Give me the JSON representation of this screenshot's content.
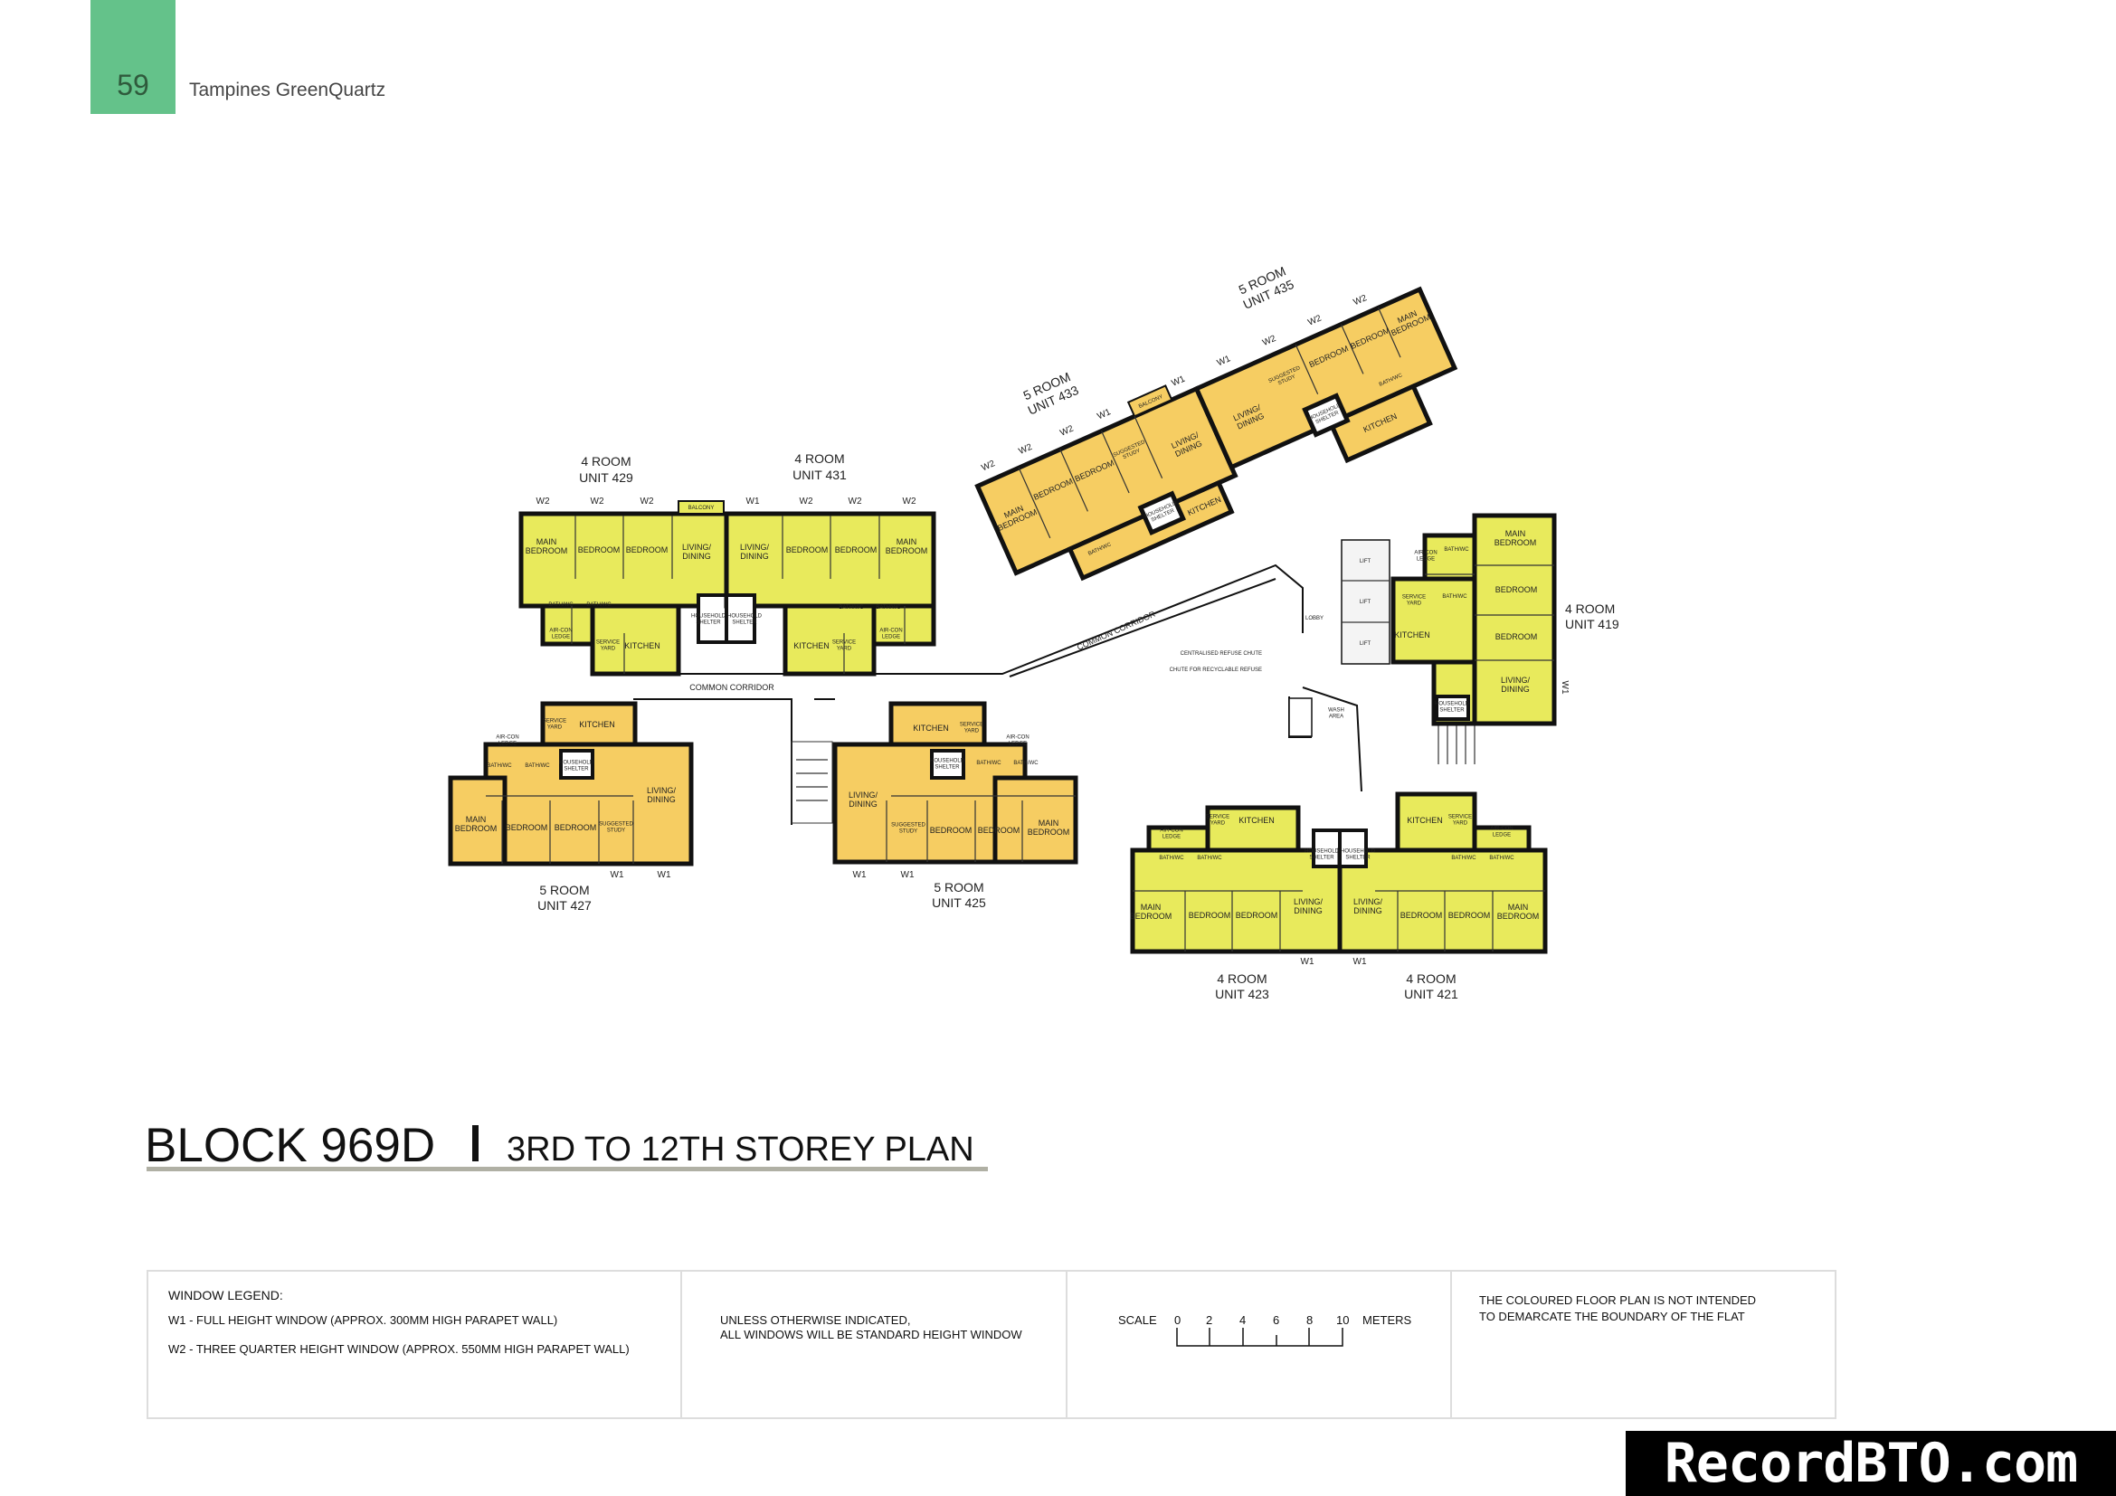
{
  "header": {
    "page_number": "59",
    "document_title": "Tampines GreenQuartz",
    "accent_color": "#64c28a"
  },
  "title": {
    "block": "BLOCK 969D",
    "separator": "I",
    "subtitle": "3RD TO 12TH STOREY PLAN"
  },
  "colors": {
    "four_room": "#e8ea5c",
    "five_room": "#f6cd62"
  },
  "units": {
    "u429": {
      "type": "4 ROOM",
      "unit": "UNIT 429",
      "windows": [
        "W2",
        "W2",
        "W2"
      ],
      "rooms": [
        "MAIN BEDROOM",
        "BEDROOM",
        "BEDROOM",
        "LIVING/ DINING",
        "BATH/WC",
        "BATH/WC",
        "AIR-CON LEDGE",
        "SERVICE YARD",
        "KITCHEN",
        "BALCONY",
        "HOUSEHOLD SHELTER"
      ]
    },
    "u431": {
      "type": "4 ROOM",
      "unit": "UNIT 431",
      "windows": [
        "W1",
        "W2",
        "W2",
        "W2"
      ],
      "rooms": [
        "LIVING/ DINING",
        "BEDROOM",
        "BEDROOM",
        "MAIN BEDROOM",
        "BATH/WC",
        "BATH/WC",
        "AIR-CON LEDGE",
        "KITCHEN",
        "SERVICE YARD",
        "HOUSEHOLD SHELTER"
      ]
    },
    "u427": {
      "type": "5 ROOM",
      "unit": "UNIT 427",
      "windows": [
        "W1",
        "W1"
      ],
      "rooms": [
        "KITCHEN",
        "SERVICE YARD",
        "AIR-CON LEDGE",
        "BATH/WC",
        "BATH/WC",
        "HOUSEHOLD SHELTER",
        "LIVING/ DINING",
        "MAIN BEDROOM",
        "BEDROOM",
        "BEDROOM",
        "SUGGESTED STUDY"
      ]
    },
    "u425": {
      "type": "5 ROOM",
      "unit": "UNIT 425",
      "windows": [
        "W1",
        "W1"
      ],
      "rooms": [
        "KITCHEN",
        "SERVICE YARD",
        "AIR-CON LEDGE",
        "BATH/WC",
        "BATH/WC",
        "HOUSEHOLD SHELTER",
        "LIVING/ DINING",
        "SUGGESTED STUDY",
        "BEDROOM",
        "BEDROOM",
        "MAIN BEDROOM"
      ]
    },
    "u433": {
      "type": "5 ROOM",
      "unit": "UNIT 433",
      "windows": [
        "W2",
        "W2",
        "W2",
        "W1"
      ],
      "rooms": [
        "MAIN BEDROOM",
        "BEDROOM",
        "BEDROOM",
        "SUGGESTED STUDY",
        "LIVING/ DINING",
        "KITCHEN",
        "BATH/WC",
        "HOUSEHOLD SHELTER",
        "BALCONY"
      ]
    },
    "u435": {
      "type": "5 ROOM",
      "unit": "UNIT 435",
      "windows": [
        "W1",
        "W1",
        "W2",
        "W2",
        "W2"
      ],
      "rooms": [
        "LIVING/ DINING",
        "SUGGESTED STUDY",
        "BEDROOM",
        "BEDROOM",
        "MAIN BEDROOM",
        "KITCHEN",
        "HOUSEHOLD SHELTER",
        "BATH/WC"
      ]
    },
    "u419": {
      "type": "4 ROOM",
      "unit": "UNIT 419",
      "windows": [
        "W1"
      ],
      "rooms": [
        "MAIN BEDROOM",
        "BEDROOM",
        "BEDROOM",
        "LIVING/ DINING",
        "KITCHEN",
        "SERVICE YARD",
        "BATH/WC",
        "BATH/WC",
        "AIR-CON LEDGE",
        "HOUSEHOLD SHELTER"
      ]
    },
    "u423": {
      "type": "4 ROOM",
      "unit": "UNIT 423",
      "windows": [
        "W1"
      ],
      "rooms": [
        "AIR-CON LEDGE",
        "SERVICE YARD",
        "KITCHEN",
        "BATH/WC",
        "BATH/WC",
        "HOUSEHOLD SHELTER",
        "MAIN BEDROOM",
        "BEDROOM",
        "BEDROOM",
        "LIVING/ DINING"
      ]
    },
    "u421": {
      "type": "4 ROOM",
      "unit": "UNIT 421",
      "windows": [
        "W1"
      ],
      "rooms": [
        "LIVING/ DINING",
        "BEDROOM",
        "BEDROOM",
        "MAIN BEDROOM",
        "KITCHEN",
        "SERVICE YARD",
        "AIR-CON LEDGE",
        "BATH/WC",
        "BATH/WC",
        "HOUSEHOLD SHELTER"
      ]
    }
  },
  "common": {
    "lobby": "LOBBY",
    "lift": "LIFT",
    "wash_area": "WASH AREA",
    "common_corridor": "COMMON CORRIDOR",
    "refuse_chute": "CENTRALISED REFUSE CHUTE",
    "recyclable_chute": "CHUTE FOR RECYCLABLE REFUSE"
  },
  "legend": {
    "heading": "WINDOW LEGEND:",
    "w1": "W1 -  FULL HEIGHT WINDOW (APPROX. 300MM HIGH PARAPET WALL)",
    "w2": "W2 -  THREE QUARTER HEIGHT WINDOW (APPROX. 550MM HIGH PARAPET WALL)",
    "note_line1": "UNLESS OTHERWISE INDICATED,",
    "note_line2": "ALL WINDOWS WILL BE STANDARD HEIGHT WINDOW",
    "scale_label": "SCALE",
    "scale_ticks": [
      "0",
      "2",
      "4",
      "6",
      "8",
      "10"
    ],
    "scale_unit": "METERS",
    "disclaimer_line1": "THE COLOURED FLOOR PLAN IS NOT INTENDED",
    "disclaimer_line2": "TO DEMARCATE THE BOUNDARY OF THE FLAT"
  },
  "watermark": "RecordBTO.com"
}
